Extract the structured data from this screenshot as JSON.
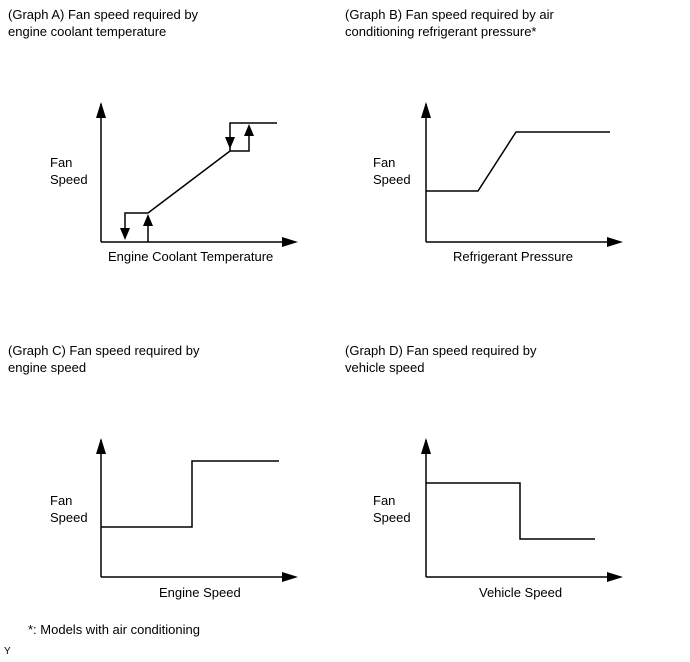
{
  "graphs": [
    {
      "title_lines": [
        "(Graph A) Fan speed required by",
        "engine coolant temperature"
      ],
      "ylabel_lines": [
        "Fan",
        "Speed"
      ],
      "xlabel": "Engine Coolant Temperature"
    },
    {
      "title_lines": [
        "(Graph B) Fan speed required by air",
        "conditioning refrigerant pressure*"
      ],
      "ylabel_lines": [
        "Fan",
        "Speed"
      ],
      "xlabel": "Refrigerant Pressure"
    },
    {
      "title_lines": [
        "(Graph C) Fan speed required by",
        "engine speed"
      ],
      "ylabel_lines": [
        "Fan",
        "Speed"
      ],
      "xlabel": "Engine Speed"
    },
    {
      "title_lines": [
        "(Graph D) Fan speed required by",
        "vehicle speed"
      ],
      "ylabel_lines": [
        "Fan",
        "Speed"
      ],
      "xlabel": "Vehicle Speed"
    }
  ],
  "footnote": "*: Models with air conditioning",
  "figure_id": "Y"
}
